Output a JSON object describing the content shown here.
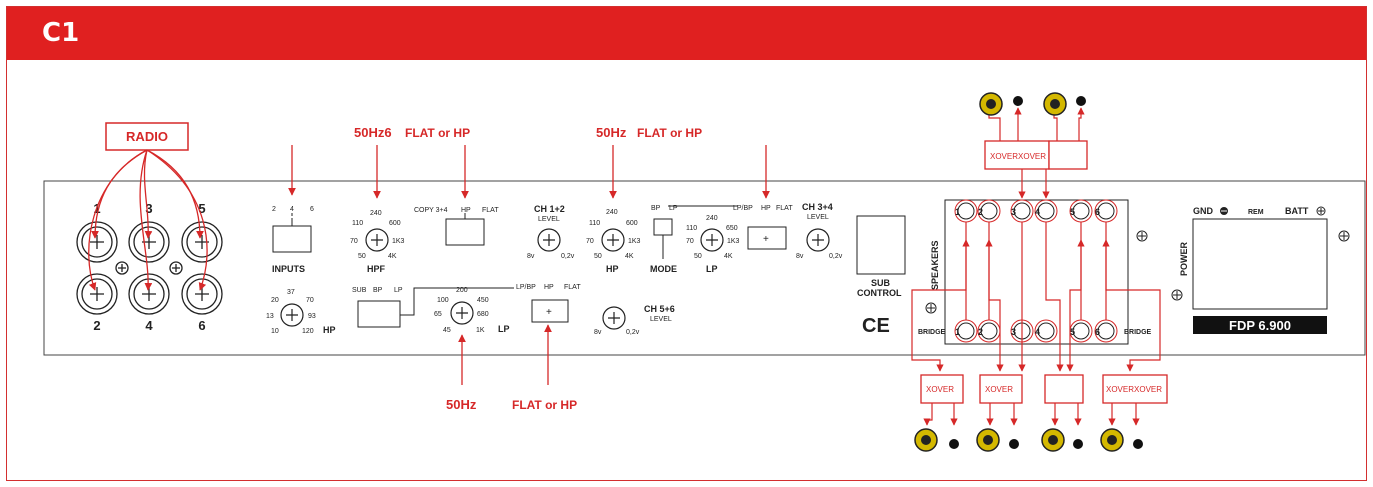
{
  "header": {
    "title": "C1"
  },
  "inputs": {
    "radio_label": "RADIO",
    "rca_numbers": [
      "1",
      "3",
      "5",
      "2",
      "4",
      "6"
    ]
  },
  "annotations": {
    "hpf_note_a": "50Hz6",
    "hpf_note_b": "FLAT or HP",
    "hp_note_a": "50Hz",
    "hp_note_b": "FLAT or HP",
    "lp_note": "50Hz",
    "flat_note": "FLAT or HP"
  },
  "panel": {
    "inputs_switch": {
      "positions": [
        "2",
        "4",
        "6"
      ],
      "label": "INPUTS"
    },
    "hpf_knob": {
      "ticks": [
        "240",
        "110",
        "600",
        "70",
        "1K3",
        "50",
        "4K"
      ],
      "label": "HPF"
    },
    "copy_switch": {
      "left": "COPY 3+4",
      "mid": "HP",
      "right": "FLAT"
    },
    "ch12_level": {
      "title": "CH 1+2",
      "sub": "LEVEL",
      "min": "8v",
      "max": "0,2v"
    },
    "hp_knob": {
      "ticks": [
        "240",
        "110",
        "600",
        "70",
        "1K3",
        "50",
        "4K"
      ],
      "label": "HP"
    },
    "mode_switch": {
      "left": "BP",
      "right": "LP",
      "label": "MODE"
    },
    "lp_knob": {
      "ticks": [
        "240",
        "110",
        "650",
        "70",
        "1K3",
        "50",
        "4K"
      ],
      "label": "LP"
    },
    "ch34_switch": {
      "left": "LP/BP",
      "mid": "HP",
      "right": "FLAT",
      "plus": "+"
    },
    "ch34_level": {
      "title": "CH 3+4",
      "sub": "LEVEL",
      "min": "8v",
      "max": "0,2v"
    },
    "hp_sub_knob": {
      "ticks": [
        "37",
        "20",
        "70",
        "13",
        "93",
        "10",
        "120"
      ],
      "label": "HP"
    },
    "sub_switch": {
      "left": "SUB",
      "mid": "BP",
      "right": "LP"
    },
    "lp_sub_knob": {
      "ticks": [
        "200",
        "100",
        "450",
        "65",
        "680",
        "45",
        "1K"
      ],
      "label": "LP"
    },
    "ch56_switch": {
      "left": "LP/BP",
      "mid": "HP",
      "right": "FLAT",
      "plus": "+"
    },
    "ch56_level": {
      "title": "CH 5+6",
      "sub": "LEVEL",
      "min": "8v",
      "max": "0,2v"
    },
    "sub_control": {
      "line1": "SUB",
      "line2": "CONTROL"
    },
    "ce_mark": "CE",
    "speakers_label": "SPEAKERS",
    "bridge_label": "BRIDGE",
    "terminal_numbers": [
      "1",
      "2",
      "3",
      "4",
      "5",
      "6"
    ],
    "power_label": "POWER",
    "power_terms": {
      "gnd": "GND",
      "rem": "REM",
      "batt": "BATT"
    },
    "model": "FDP 6.900"
  },
  "xover": {
    "label": "XOVER",
    "top_pair": "XOVERXOVER",
    "bottom_pair": "XOVERXOVER"
  },
  "colors": {
    "accent": "#e02020",
    "panel_line": "#222222",
    "speaker_yellow": "#d4b800"
  }
}
